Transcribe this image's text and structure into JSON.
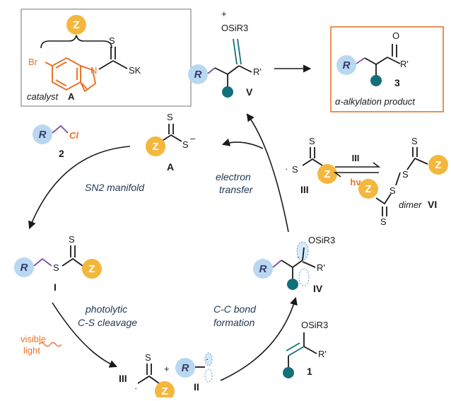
{
  "colors": {
    "orange": "#e8742a",
    "teal": "#12707a",
    "z_fill": "#f4b73e",
    "r_fill": "#b8d7f1",
    "label_text": "#1f3550",
    "purple_bond": "#7b4fa0"
  },
  "catalyst_box": {
    "z_label": "Z",
    "br": "Br",
    "s_top": "S",
    "sk": "SK",
    "n": "N",
    "caption_prefix": "catalyst",
    "caption_letter": "A"
  },
  "product_box": {
    "o": "O",
    "r_label": "R",
    "r_prime": "R'",
    "number": "3",
    "caption": "α-alkylation product"
  },
  "species_v": {
    "plus": "+",
    "osir3": "OSiR3",
    "r_label": "R",
    "r_prime": "R'",
    "label": "V"
  },
  "alkyl_chloride": {
    "r_label": "R",
    "cl": "Cl",
    "number": "2"
  },
  "anion_a": {
    "s_top": "S",
    "s_minus": "S",
    "minus": "–",
    "z_label": "Z",
    "label": "A"
  },
  "radical_iii_top": {
    "dot": "·",
    "s": "S",
    "s_top": "S",
    "z_label": "Z",
    "label": "III"
  },
  "equilibrium": {
    "top_label": "III",
    "bottom_label": "hν"
  },
  "dimer": {
    "s1": "S",
    "s2": "S",
    "s3": "S",
    "s4": "S",
    "z1": "Z",
    "z2": "Z",
    "caption_prefix": "dimer",
    "caption_letter": "VI"
  },
  "intermediate_i": {
    "r_label": "R",
    "s": "S",
    "s_top": "S",
    "z_label": "Z",
    "label": "I"
  },
  "intermediate_iv": {
    "osir3": "OSiR3",
    "dot": "·",
    "r_label": "R",
    "r_prime": "R'",
    "label": "IV"
  },
  "bottom": {
    "iii_label": "III",
    "dot": "·",
    "plus": "+",
    "s_top": "S",
    "z_label": "Z",
    "r_label": "R",
    "radical_dot": "·",
    "ii_label": "II"
  },
  "enol_1": {
    "osir3": "OSiR3",
    "r_prime": "R'",
    "number": "1"
  },
  "arrow_labels": {
    "sn2": "SN2 manifold",
    "electron_transfer_1": "electron",
    "electron_transfer_2": "transfer",
    "photolytic_1": "photolytic",
    "photolytic_2": "C-S cleavage",
    "cc_1": "C-C bond",
    "cc_2": "formation",
    "visible_1": "visible",
    "visible_2": "light"
  }
}
